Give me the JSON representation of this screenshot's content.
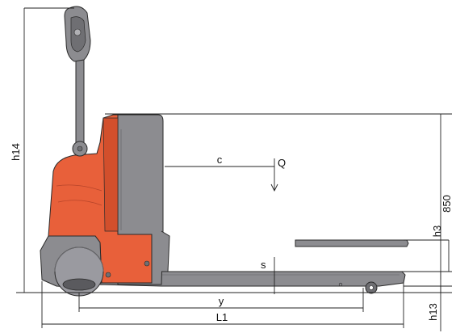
{
  "diagram": {
    "labels": {
      "h14": "h14",
      "c": "c",
      "Q": "Q",
      "h850": "850",
      "h3": "h3",
      "s": "s",
      "y": "y",
      "L1": "L1",
      "h13": "h13"
    },
    "colors": {
      "body_orange": "#e8603a",
      "body_orange_dark": "#d24f2c",
      "grey": "#8c8c90",
      "grey_dark": "#6f6f73",
      "outline": "#2a2a2a"
    }
  }
}
